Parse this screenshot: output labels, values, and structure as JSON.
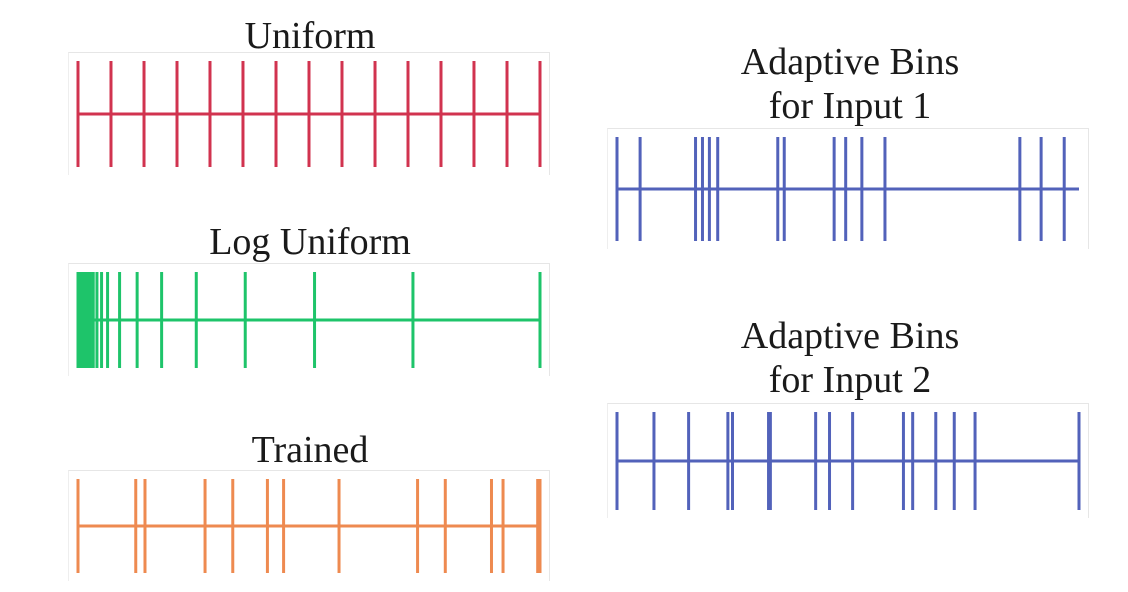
{
  "panels": [
    {
      "id": "uniform",
      "title_lines": [
        "Uniform"
      ],
      "color": "#d1334f",
      "ticks": [
        0,
        0.0714,
        0.1429,
        0.2143,
        0.2857,
        0.3571,
        0.4286,
        0.5,
        0.5714,
        0.6429,
        0.7143,
        0.7857,
        0.8571,
        0.9286,
        1.0
      ]
    },
    {
      "id": "log-uniform",
      "title_lines": [
        "Log Uniform"
      ],
      "color": "#1ec46a",
      "ticks": [
        0,
        0.002,
        0.004,
        0.006,
        0.009,
        0.012,
        0.015,
        0.018,
        0.022,
        0.027,
        0.033,
        0.041,
        0.051,
        0.064,
        0.09,
        0.128,
        0.181,
        0.256,
        0.362,
        0.512,
        0.725,
        1.0
      ]
    },
    {
      "id": "trained",
      "title_lines": [
        "Trained"
      ],
      "color": "#ee8a50",
      "ticks": [
        0,
        0.125,
        0.145,
        0.275,
        0.335,
        0.41,
        0.445,
        0.565,
        0.735,
        0.795,
        0.895,
        0.92,
        0.995,
        1.0
      ]
    },
    {
      "id": "adaptive-input-1",
      "title_lines": [
        "Adaptive Bins",
        "for Input 1"
      ],
      "color": "#5262ba",
      "ticks": [
        0,
        0.05,
        0.17,
        0.185,
        0.2,
        0.218,
        0.348,
        0.362,
        0.47,
        0.495,
        0.53,
        0.58,
        0.872,
        0.918,
        0.968
      ]
    },
    {
      "id": "adaptive-input-2",
      "title_lines": [
        "Adaptive Bins",
        "for Input 2"
      ],
      "color": "#5262ba",
      "ticks": [
        0,
        0.08,
        0.155,
        0.24,
        0.25,
        0.328,
        0.332,
        0.43,
        0.46,
        0.51,
        0.62,
        0.64,
        0.69,
        0.73,
        0.775,
        1.0
      ]
    }
  ]
}
